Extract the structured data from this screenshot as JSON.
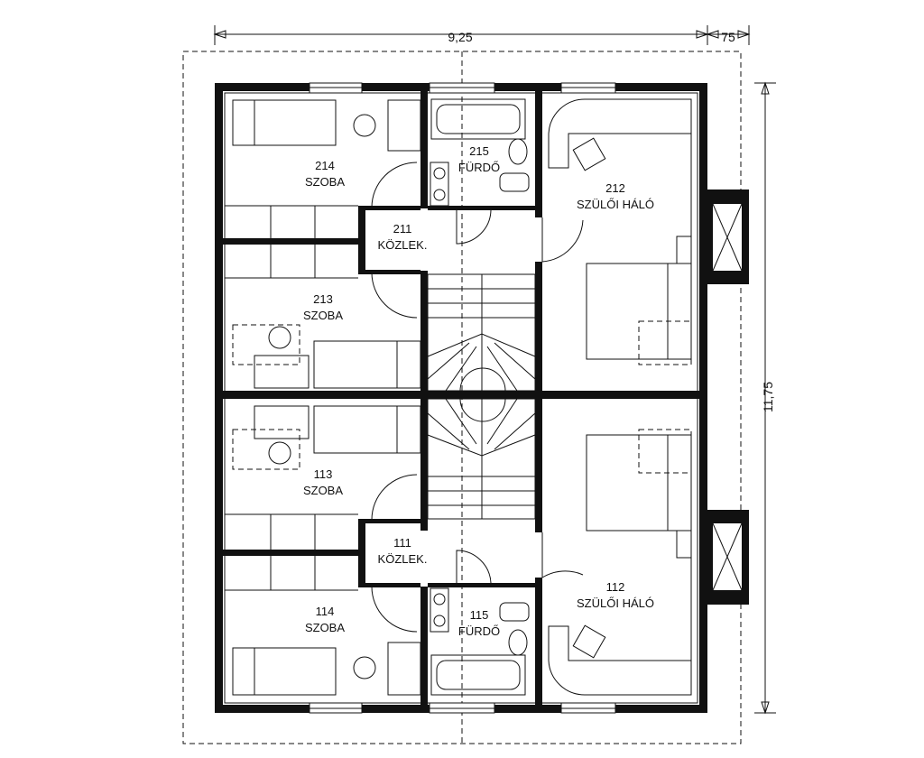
{
  "dimensions": {
    "width_label": "9,25",
    "overhang_label": "75",
    "depth_label": "11,75"
  },
  "rooms": {
    "r214": {
      "number": "214",
      "name": "SZOBA"
    },
    "r215": {
      "number": "215",
      "name": "FÜRDŐ"
    },
    "r212": {
      "number": "212",
      "name": "SZÜLŐI HÁLÓ"
    },
    "r211": {
      "number": "211",
      "name": "KÖZLEK."
    },
    "r213": {
      "number": "213",
      "name": "SZOBA"
    },
    "r113": {
      "number": "113",
      "name": "SZOBA"
    },
    "r111": {
      "number": "111",
      "name": "KÖZLEK."
    },
    "r112": {
      "number": "112",
      "name": "SZÜLŐI HÁLÓ"
    },
    "r114": {
      "number": "114",
      "name": "SZOBA"
    },
    "r115": {
      "number": "115",
      "name": "FÜRDŐ"
    }
  },
  "colors": {
    "wall": "#111111",
    "background": "#ffffff"
  }
}
